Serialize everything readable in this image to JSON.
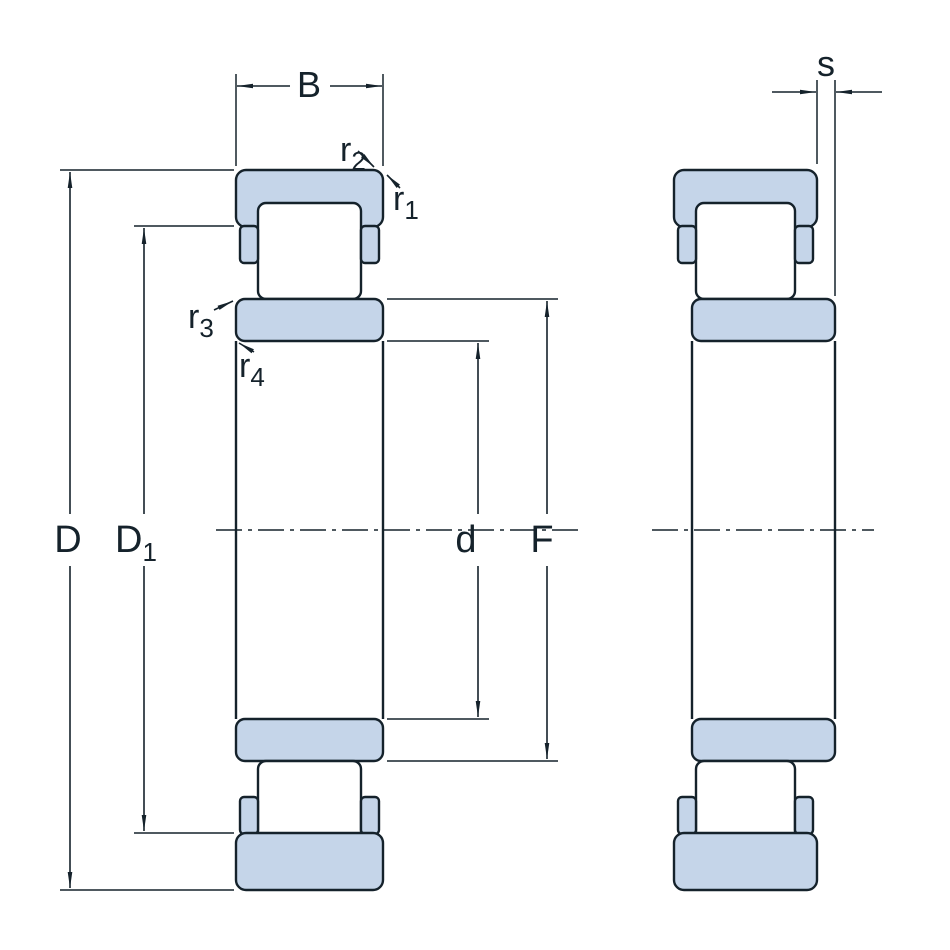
{
  "diagram": {
    "type": "bearing-cross-section-drawing",
    "views": [
      {
        "name": "main-section-view",
        "description_labels": [
          "B",
          "r1",
          "r2",
          "r3",
          "r4",
          "D",
          "D1",
          "d",
          "F"
        ]
      },
      {
        "name": "displacement-side-view",
        "description_labels": [
          "s"
        ]
      }
    ],
    "labels": {
      "B": {
        "base": "B",
        "sub": ""
      },
      "r1": {
        "base": "r",
        "sub": "1"
      },
      "r2": {
        "base": "r",
        "sub": "2"
      },
      "r3": {
        "base": "r",
        "sub": "3"
      },
      "r4": {
        "base": "r",
        "sub": "4"
      },
      "D": {
        "base": "D",
        "sub": ""
      },
      "D1": {
        "base": "D",
        "sub": "1"
      },
      "d": {
        "base": "d",
        "sub": ""
      },
      "F": {
        "base": "F",
        "sub": ""
      },
      "s": {
        "base": "s",
        "sub": ""
      }
    },
    "colors": {
      "ring-fill": "#c5d5e9",
      "line": "#15222b",
      "background": "#ffffff"
    }
  }
}
